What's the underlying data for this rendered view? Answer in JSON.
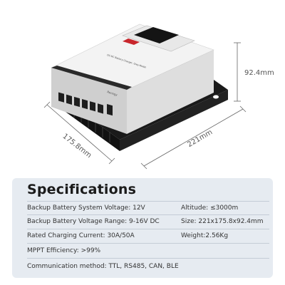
{
  "dimensions": {
    "height": "92.4mm",
    "length": "221mm",
    "width": "175.8mm"
  },
  "device": {
    "label": "DC-DC Battery Charger, Grey Model",
    "brand": "Renogy"
  },
  "specs": {
    "title": "Specifications",
    "rows": [
      {
        "left": "Backup Battery System Voltage: 12V",
        "right": "Altitude: ≤3000m"
      },
      {
        "left": "Backup Battery Voltage Range: 9-16V DC",
        "right": "Size: 221x175.8x92.4mm"
      },
      {
        "left": "Rated Charging Current: 30A/50A",
        "right": "Weight:2.56Kg"
      },
      {
        "left": "MPPT Efficiency: >99%",
        "right": ""
      },
      {
        "left": "Communication method: TTL, RS485, CAN, BLE",
        "right": ""
      }
    ]
  },
  "colors": {
    "panel_bg": "#e6ebf1",
    "device_body": "#f2f2f2",
    "heatsink": "#1a1a1a",
    "accent_red": "#c8262c"
  }
}
